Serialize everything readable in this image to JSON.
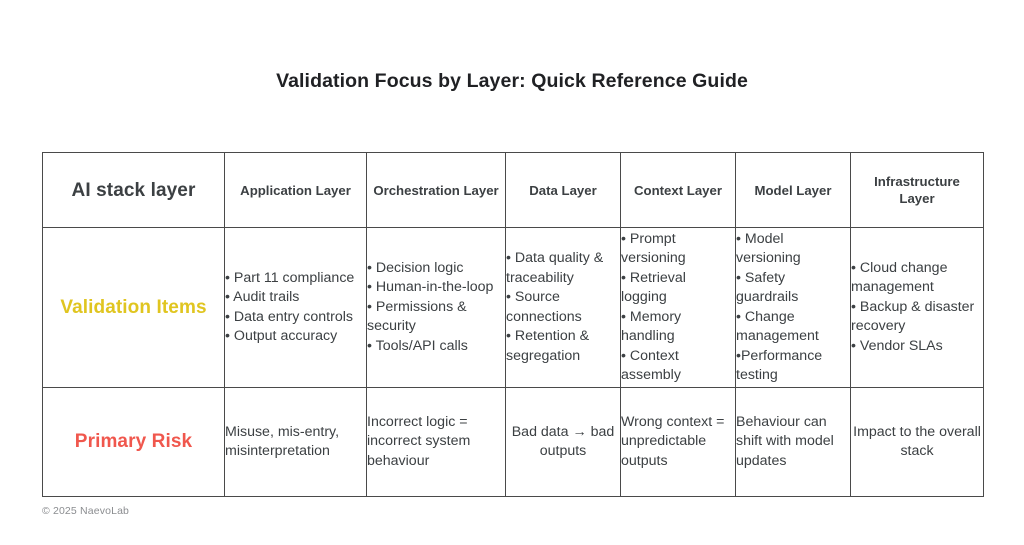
{
  "title": "Validation Focus by Layer: Quick Reference Guide",
  "footer": "© 2025 NaevoLab",
  "colors": {
    "validation_items_label": "#E0C520",
    "primary_risk_label": "#F0574D",
    "border": "#4a4a4a",
    "text": "#3c4043",
    "title": "#202124",
    "footer": "#8b8d90"
  },
  "table": {
    "corner_header": "AI stack layer",
    "column_headers": [
      "Application Layer",
      "Orchestration Layer",
      "Data Layer",
      "Context Layer",
      "Model Layer",
      "Infrastructure Layer"
    ],
    "rows": [
      {
        "label": "Validation Items",
        "label_style": "items",
        "cells": [
          {
            "align": "left",
            "items": [
              "• Part 11 compliance",
              "• Audit trails",
              "• Data entry controls",
              "• Output accuracy"
            ]
          },
          {
            "align": "left",
            "items": [
              "• Decision logic",
              "• Human-in-the-loop",
              "• Permissions & security",
              "• Tools/API calls"
            ]
          },
          {
            "align": "left",
            "items": [
              "• Data quality & traceability",
              "• Source connections",
              "• Retention & segregation"
            ]
          },
          {
            "align": "left",
            "items": [
              "• Prompt versioning",
              "• Retrieval logging",
              "• Memory handling",
              "• Context assembly"
            ]
          },
          {
            "align": "left",
            "items": [
              "• Model versioning",
              "• Safety guardrails",
              "• Change management",
              "•Performance testing"
            ]
          },
          {
            "align": "left",
            "items": [
              "• Cloud change management",
              "• Backup & disaster recovery",
              "• Vendor SLAs"
            ]
          }
        ]
      },
      {
        "label": "Primary Risk",
        "label_style": "risk",
        "cells": [
          {
            "align": "left",
            "text": "Misuse, mis-entry, misinterpretation"
          },
          {
            "align": "left",
            "text": "Incorrect logic = incorrect system behaviour"
          },
          {
            "align": "center",
            "text": "Bad data → bad outputs"
          },
          {
            "align": "left",
            "text": "Wrong context = unpredictable outputs"
          },
          {
            "align": "left",
            "text": "Behaviour can shift with model updates"
          },
          {
            "align": "center",
            "text": "Impact to the overall stack"
          }
        ]
      }
    ]
  }
}
